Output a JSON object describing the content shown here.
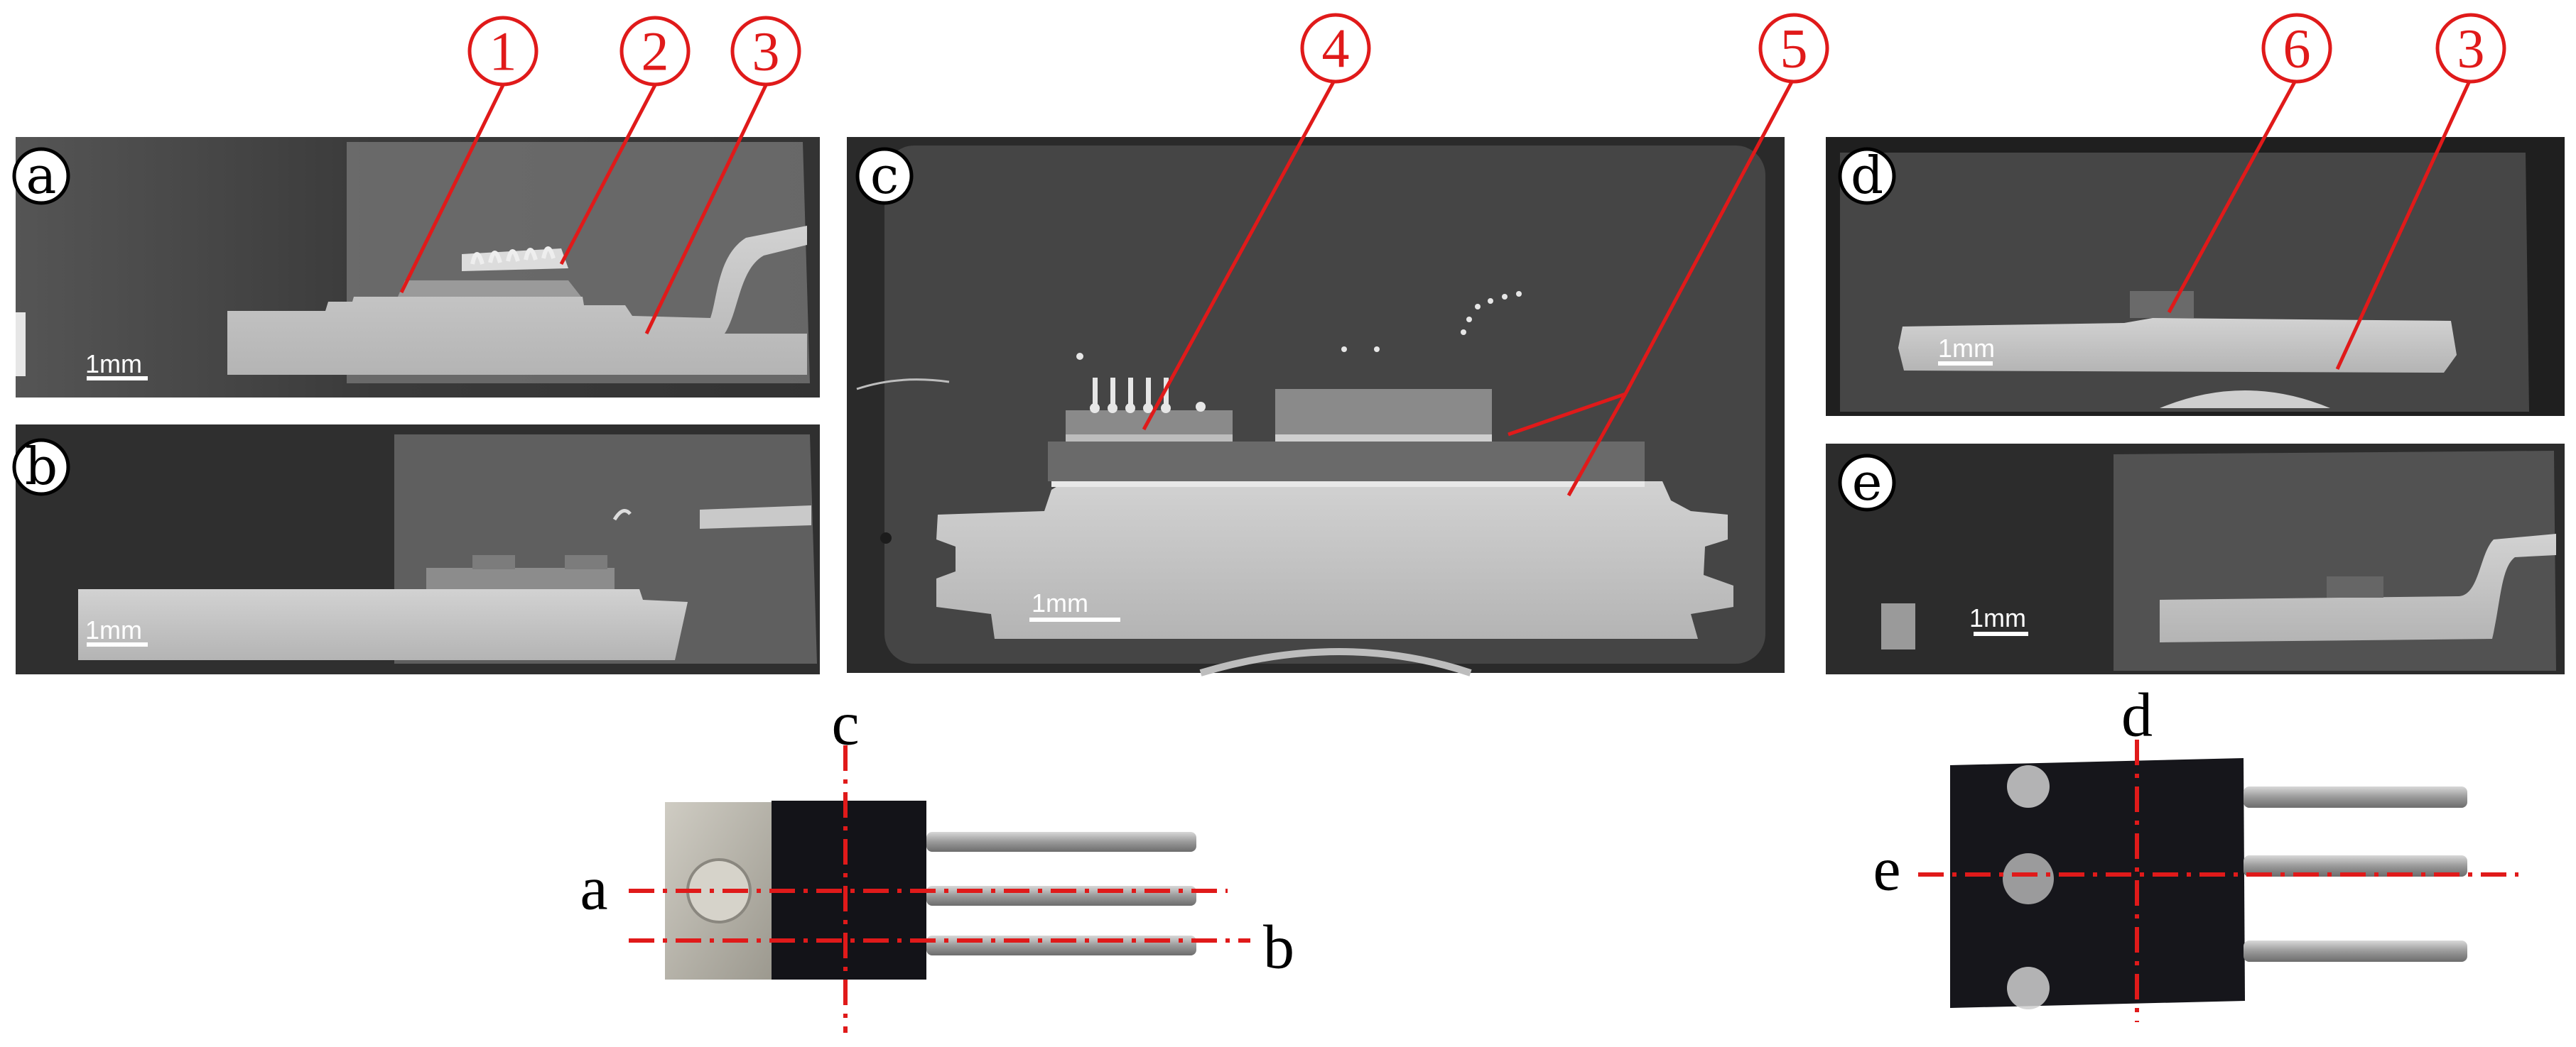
{
  "panels": {
    "a": {
      "label": "a"
    },
    "b": {
      "label": "b"
    },
    "c": {
      "label": "c"
    },
    "d": {
      "label": "d"
    },
    "e": {
      "label": "e"
    }
  },
  "scale_bar_label": "1mm",
  "callouts": [
    "1",
    "2",
    "3",
    "4",
    "5",
    "6",
    "3"
  ],
  "cut_lines": {
    "left": {
      "a": "a",
      "b": "b",
      "c": "c"
    },
    "right": {
      "d": "d",
      "e": "e"
    }
  },
  "colors": {
    "annotation": "#e01a1a",
    "panel_bg": "#2c2c2c",
    "sample": "#c4c4c4",
    "package_black": "#141418",
    "tab_metal": "#b9b6ad"
  }
}
